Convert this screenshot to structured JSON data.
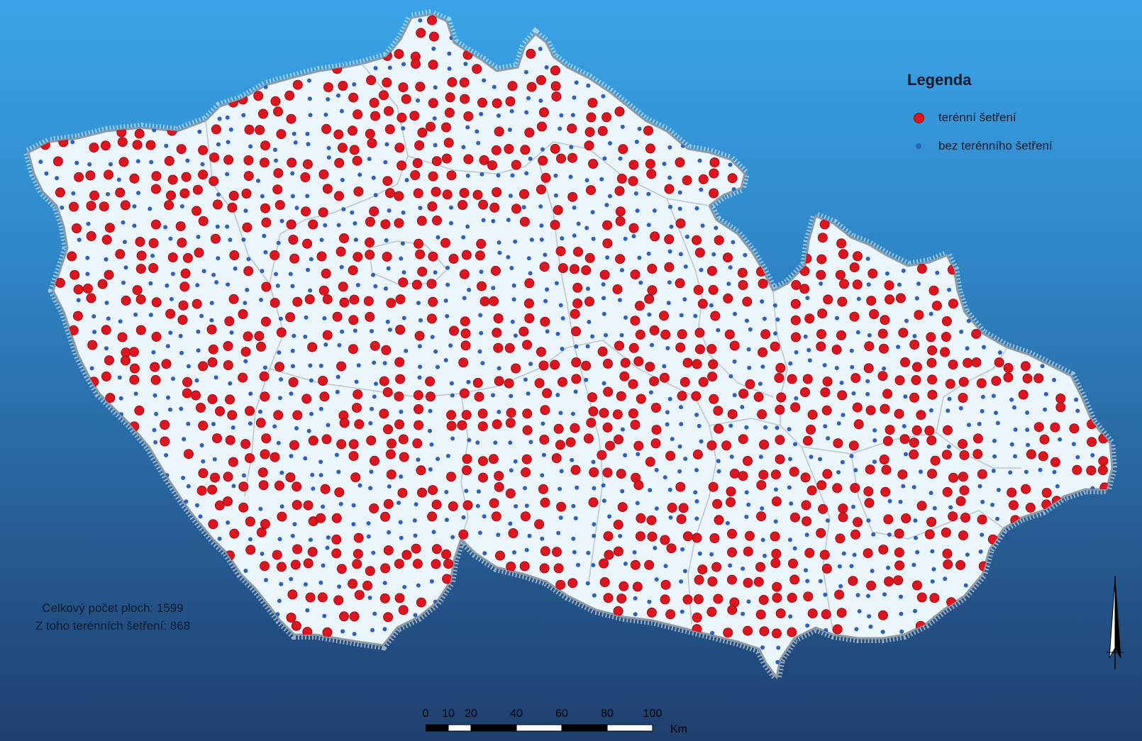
{
  "legend": {
    "title": "Legenda",
    "items": [
      {
        "label": "terénní šetření",
        "color": "#e0141e",
        "symbol": "large-red-dot"
      },
      {
        "label": "bez terénního šetření",
        "color": "#2f5fc0",
        "symbol": "small-blue-dot"
      }
    ]
  },
  "stats": {
    "total_line": "Celkový počet ploch: 1599",
    "field_line": "Z toho terénních šetření: 868"
  },
  "scale_bar": {
    "labels": [
      "0",
      "10",
      "20",
      "40",
      "60",
      "80",
      "100"
    ],
    "values_km": [
      0,
      10,
      20,
      40,
      60,
      80,
      100
    ],
    "unit": "Km"
  },
  "north_arrow": {
    "icon": "north-arrow-icon"
  },
  "colors": {
    "background_top": "#3aa4e8",
    "background_bottom": "#1f3f6e",
    "land_fill": "#eaf6fb",
    "border": "#8d9aa3",
    "field_survey": "#e0141e",
    "no_field_survey": "#2f5fc0"
  }
}
